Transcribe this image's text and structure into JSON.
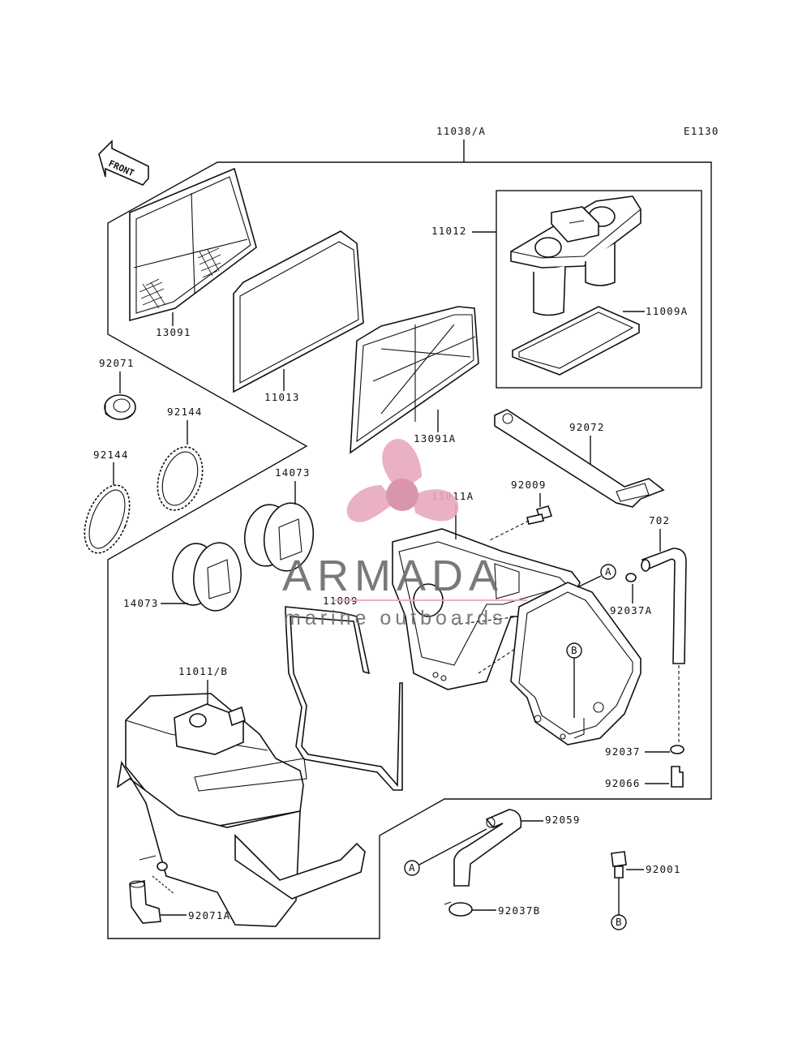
{
  "diagram": {
    "code": "E1130",
    "front_label": "FRONT",
    "parts": {
      "p11038A": "11038/A",
      "p11012": "11012",
      "p11009A": "11009A",
      "p13091": "13091",
      "p11013": "11013",
      "p13091A": "13091A",
      "p92071": "92071",
      "p92144a": "92144",
      "p92144b": "92144",
      "p14073a": "14073",
      "p14073b": "14073",
      "p11011A": "11011A",
      "p92009": "92009",
      "p92072": "92072",
      "p702": "702",
      "p92037A": "92037A",
      "p11009": "11009",
      "p11011B": "11011/B",
      "p92037": "92037",
      "p92066": "92066",
      "p92059": "92059",
      "p92001": "92001",
      "p92037B": "92037B",
      "p92071A": "92071A"
    },
    "callouts": {
      "a1": "A",
      "b1": "B",
      "a2": "A",
      "b2": "B"
    }
  },
  "watermark": {
    "brand": "ARMADA",
    "tagline": "marine outboards",
    "colors": {
      "logo_pink": "#e8a9bf",
      "logo_pink_dark": "#d68aa6",
      "text_gray": "#6b6b6b"
    }
  }
}
